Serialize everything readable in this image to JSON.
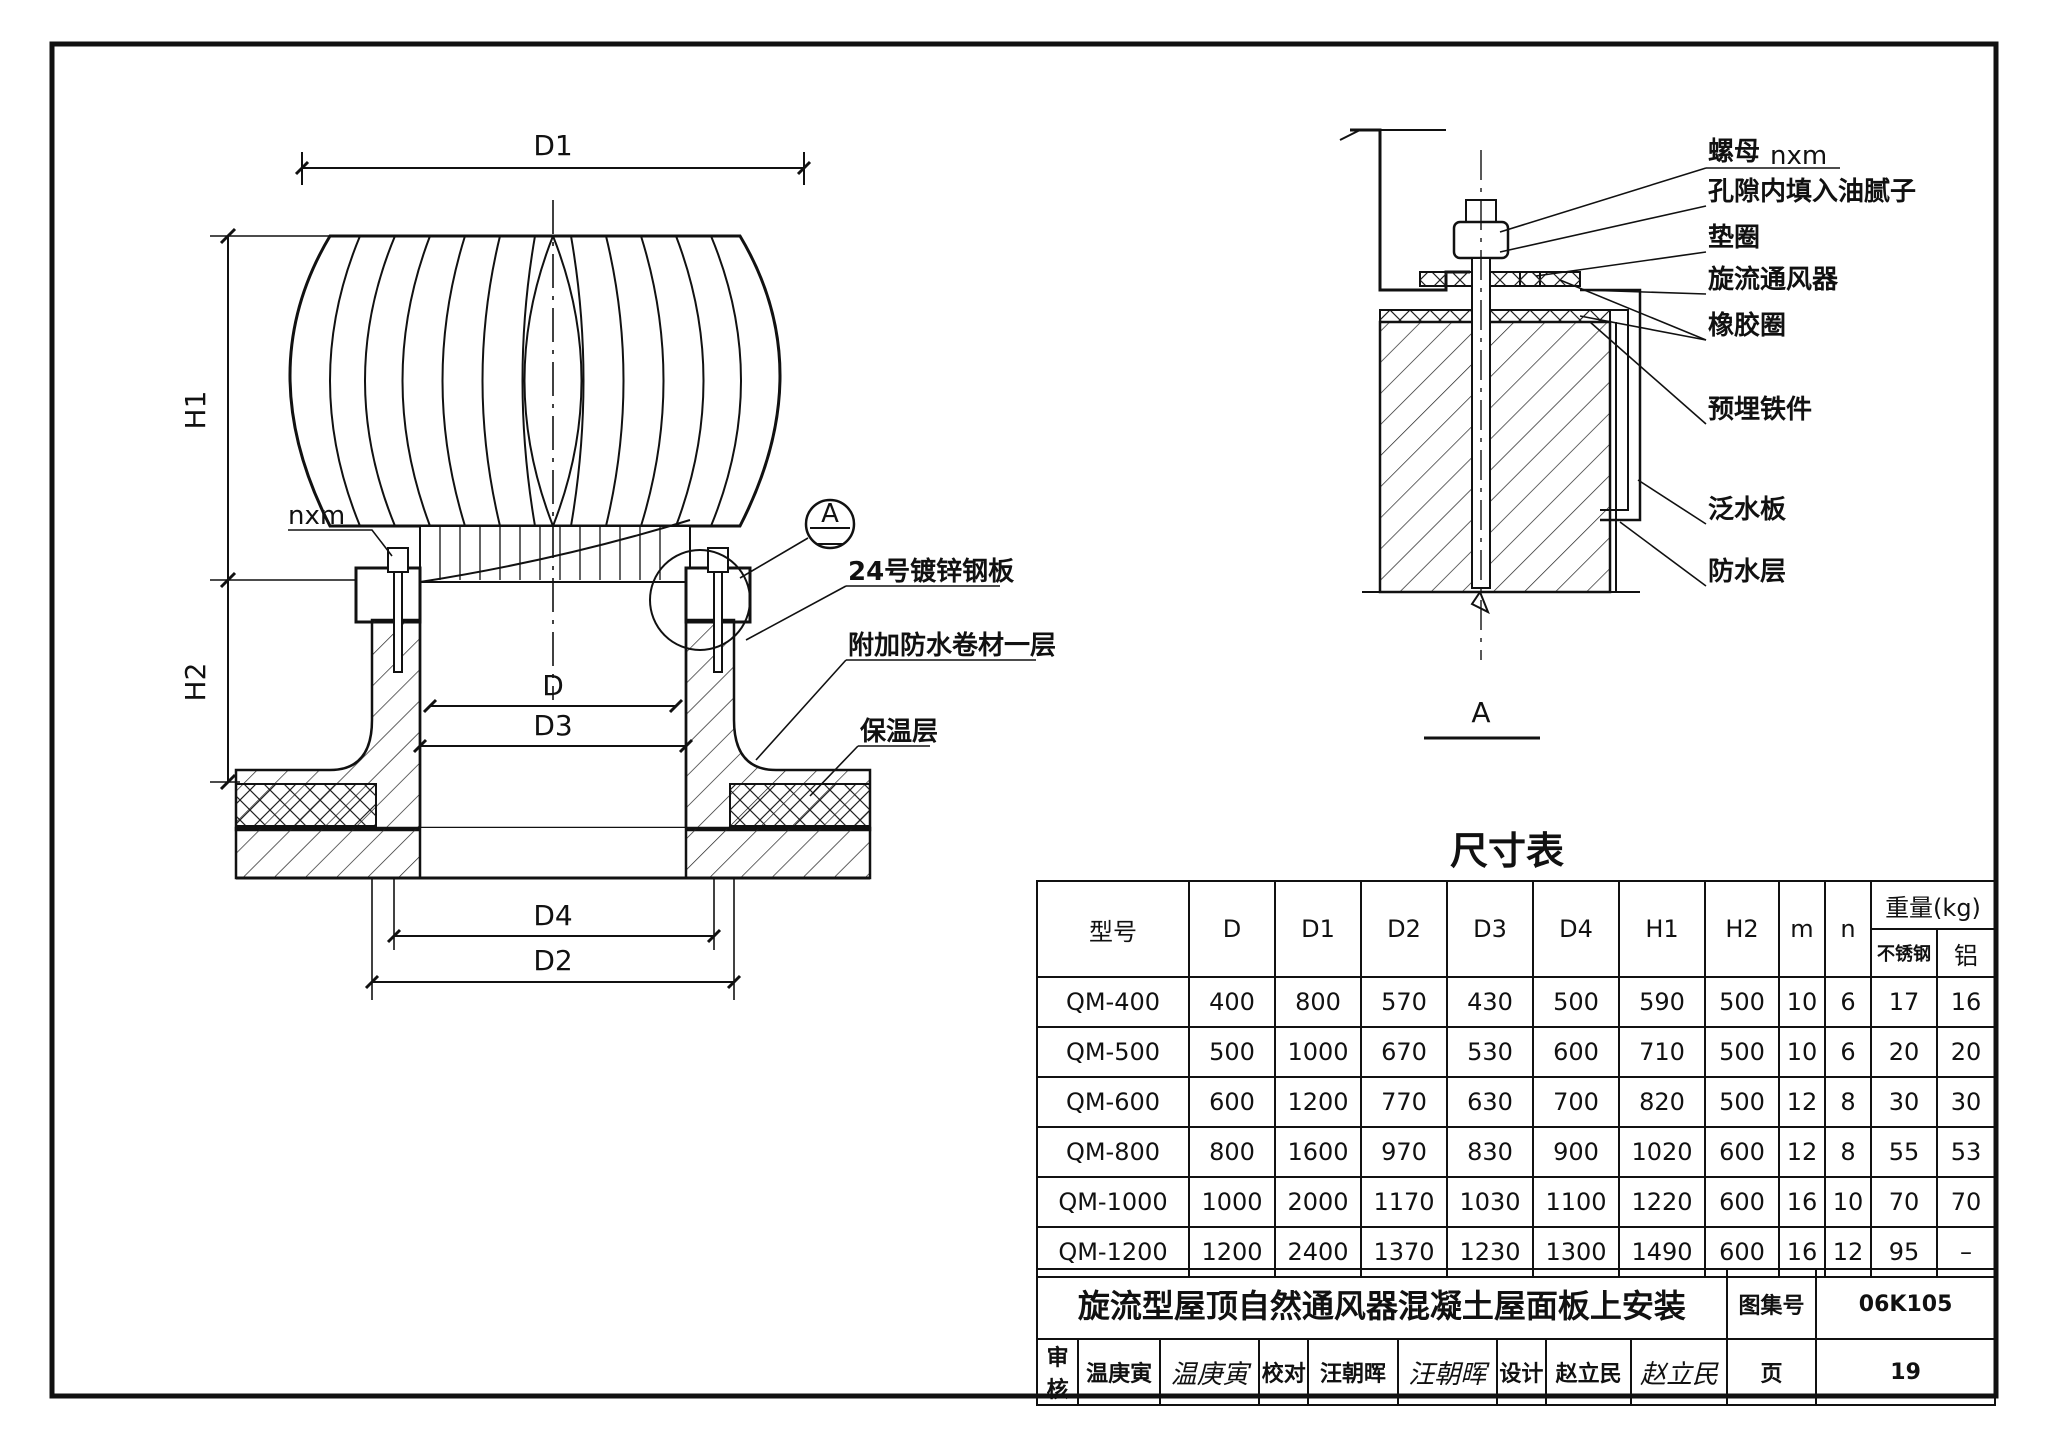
{
  "labels": {
    "d1": "D1",
    "h1": "H1",
    "h2": "H2",
    "d": "D",
    "d3": "D3",
    "d4": "D4",
    "d2": "D2",
    "nxm_left": "nxm",
    "callout_a": "A",
    "galvanized_sheet": "24号镀锌钢板",
    "extra_waterproof": "附加防水卷材一层",
    "insulation": "保温层",
    "nut": "螺母",
    "nut_spec": "nxm",
    "putty": "孔隙内填入油腻子",
    "washer": "垫圈",
    "ventilator": "旋流通风器",
    "rubber_ring": "橡胶圈",
    "embedded_iron": "预埋铁件",
    "flashing": "泛水板",
    "waterproof_layer": "防水层",
    "detail_a": "A"
  },
  "table": {
    "title": "尺寸表",
    "headers": [
      "型号",
      "D",
      "D1",
      "D2",
      "D3",
      "D4",
      "H1",
      "H2",
      "m",
      "n"
    ],
    "weight_header": "重量(kg)",
    "weight_sub": [
      "不锈钢",
      "铝"
    ],
    "rows": [
      [
        "QM-400",
        "400",
        "800",
        "570",
        "430",
        "500",
        "590",
        "500",
        "10",
        "6",
        "17",
        "16"
      ],
      [
        "QM-500",
        "500",
        "1000",
        "670",
        "530",
        "600",
        "710",
        "500",
        "10",
        "6",
        "20",
        "20"
      ],
      [
        "QM-600",
        "600",
        "1200",
        "770",
        "630",
        "700",
        "820",
        "500",
        "12",
        "8",
        "30",
        "30"
      ],
      [
        "QM-800",
        "800",
        "1600",
        "970",
        "830",
        "900",
        "1020",
        "600",
        "12",
        "8",
        "55",
        "53"
      ],
      [
        "QM-1000",
        "1000",
        "2000",
        "1170",
        "1030",
        "1100",
        "1220",
        "600",
        "16",
        "10",
        "70",
        "70"
      ],
      [
        "QM-1200",
        "1200",
        "2400",
        "1370",
        "1230",
        "1300",
        "1490",
        "600",
        "16",
        "12",
        "95",
        "–"
      ]
    ]
  },
  "title_block": {
    "drawing_title": "旋流型屋顶自然通风器混凝土屋面板上安装",
    "atlas_label": "图集号",
    "atlas_no": "06K105",
    "review_label": "审核",
    "reviewer": "温庚寅",
    "reviewer_sig": "温庚寅",
    "check_label": "校对",
    "checker": "汪朝晖",
    "checker_sig": "汪朝晖",
    "design_label": "设计",
    "designer": "赵立民",
    "designer_sig": "赵立民",
    "page_label": "页",
    "page_no": "19"
  }
}
